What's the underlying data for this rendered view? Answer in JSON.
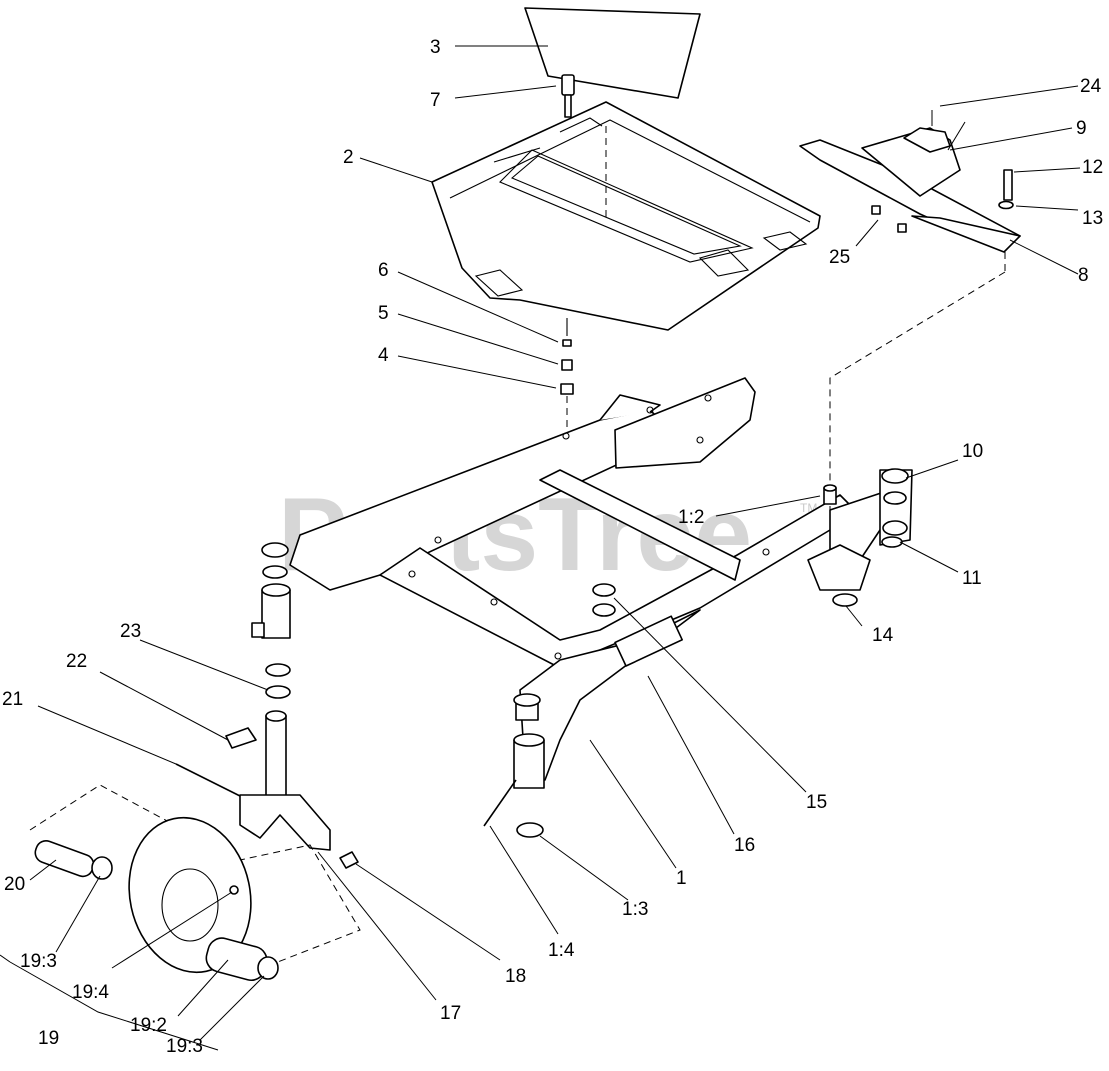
{
  "watermark": {
    "text": "PartsTree",
    "trademark": "TM"
  },
  "callouts": {
    "c1": "1",
    "c1_2": "1:2",
    "c1_3": "1:3",
    "c1_4": "1:4",
    "c2": "2",
    "c3": "3",
    "c4": "4",
    "c5": "5",
    "c6": "6",
    "c7": "7",
    "c8": "8",
    "c9": "9",
    "c10": "10",
    "c11": "11",
    "c12": "12",
    "c13": "13",
    "c14": "14",
    "c15": "15",
    "c16": "16",
    "c17": "17",
    "c18": "18",
    "c19": "19",
    "c19_2": "19:2",
    "c19_3a": "19:3",
    "c19_3b": "19:3",
    "c19_4": "19:4",
    "c20": "20",
    "c21": "21",
    "c22": "22",
    "c23": "23",
    "c24": "24",
    "c25": "25"
  }
}
